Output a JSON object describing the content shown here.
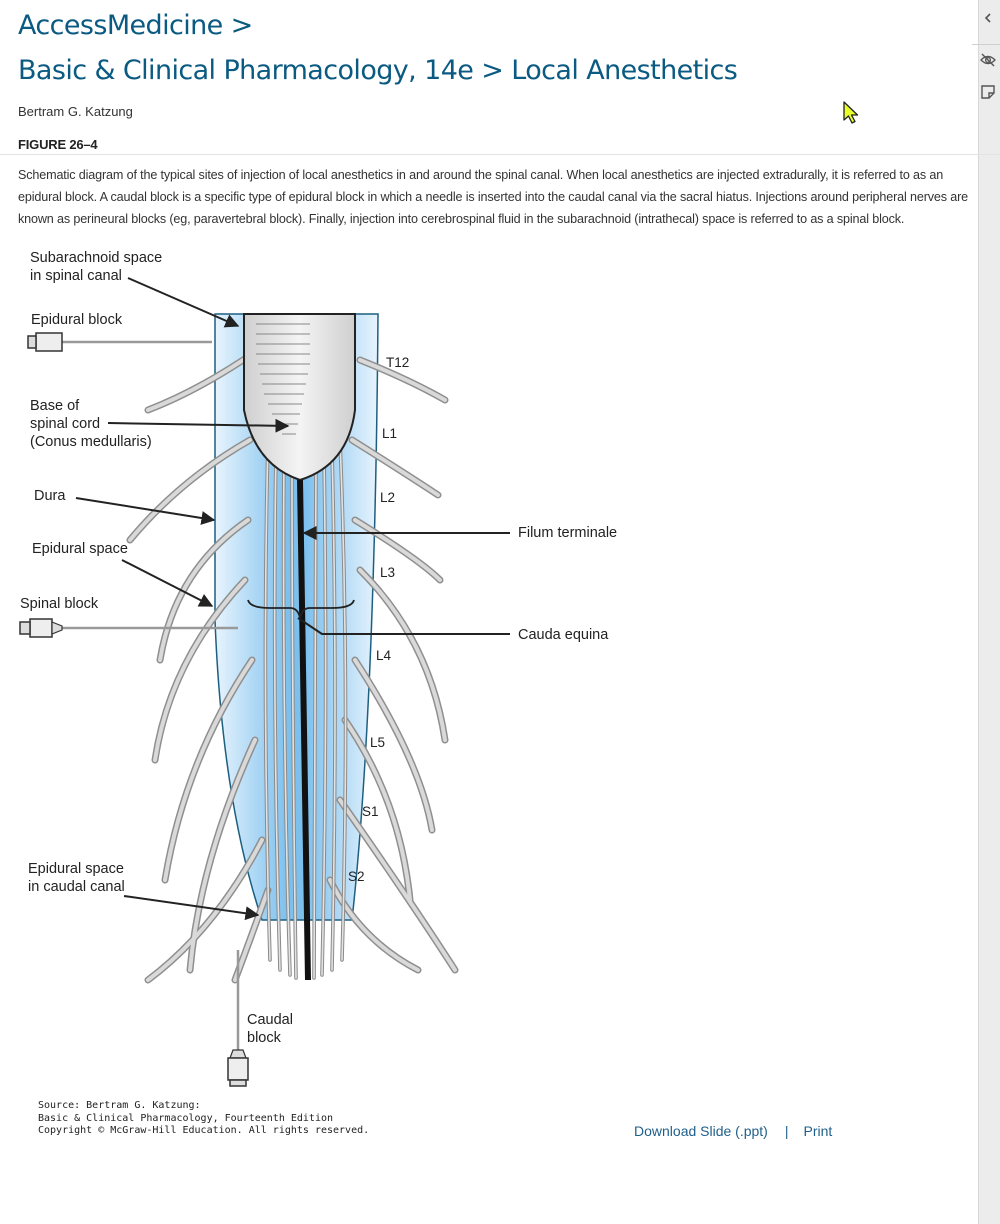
{
  "breadcrumb": {
    "site": "AccessMedicine >",
    "book_and_chapter": "Basic & Clinical Pharmacology, 14e > Local Anesthetics"
  },
  "author": "Bertram G. Katzung",
  "figure": {
    "label": "FIGURE 26–4",
    "caption": "Schematic diagram of the typical sites of injection of local anesthetics in and around the spinal canal. When local anesthetics are injected extradurally, it is referred to as an epidural block. A caudal block is a specific type of epidural block in which a needle is inserted into the caudal canal via the sacral hiatus. Injections around peripheral nerves are known as perineural blocks (eg, paravertebral block). Finally, injection into cerebrospinal fluid in the subarachnoid (intrathecal) space is referred to as a spinal block.",
    "labels": {
      "subarachnoid_line1": "Subarachnoid space",
      "subarachnoid_line2": "in spinal canal",
      "epidural_block": "Epidural block",
      "base_line1": "Base of",
      "base_line2": "spinal cord",
      "base_line3": "(Conus medullaris)",
      "dura": "Dura",
      "epidural_space": "Epidural space",
      "spinal_block": "Spinal block",
      "epidural_caudal_line1": "Epidural space",
      "epidural_caudal_line2": "in caudal canal",
      "caudal_line1": "Caudal",
      "caudal_line2": "block",
      "filum_terminale": "Filum terminale",
      "cauda_equina": "Cauda equina"
    },
    "vertebrae": [
      "T12",
      "L1",
      "L2",
      "L3",
      "L4",
      "L5",
      "S1",
      "S2"
    ],
    "source_lines": [
      "Source: Bertram G. Katzung:",
      "Basic & Clinical Pharmacology, Fourteenth Edition",
      "Copyright © McGraw-Hill Education. All rights reserved."
    ]
  },
  "actions": {
    "download": "Download Slide (.ppt)",
    "separator": "|",
    "print": "Print"
  },
  "icons": {
    "rail": [
      "chevron-left-icon",
      "eye-off-icon",
      "sticky-note-icon"
    ],
    "pointer": "mouse-cursor-icon"
  },
  "colors": {
    "title": "#0b5a82",
    "link": "#1f5f8b",
    "csf_blue": "#7cc0ee"
  }
}
